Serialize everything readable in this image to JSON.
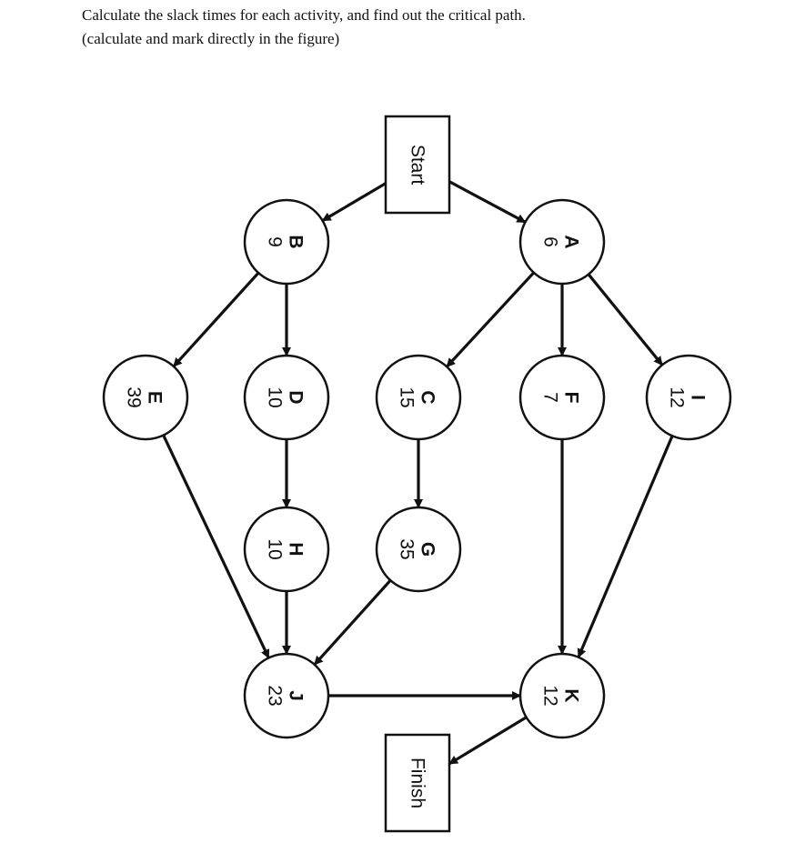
{
  "question": {
    "line1": "Calculate the slack times for each activity, and find out the critical path.",
    "line2": "(calculate and mark directly in the figure)"
  },
  "terminals": [
    {
      "id": "start",
      "label": "Start"
    },
    {
      "id": "finish",
      "label": "Finish"
    }
  ],
  "activities": [
    {
      "id": "A",
      "label": "A",
      "duration": "6"
    },
    {
      "id": "B",
      "label": "B",
      "duration": "9"
    },
    {
      "id": "C",
      "label": "C",
      "duration": "15"
    },
    {
      "id": "D",
      "label": "D",
      "duration": "10"
    },
    {
      "id": "E",
      "label": "E",
      "duration": "39"
    },
    {
      "id": "F",
      "label": "F",
      "duration": "7"
    },
    {
      "id": "G",
      "label": "G",
      "duration": "35"
    },
    {
      "id": "H",
      "label": "H",
      "duration": "10"
    },
    {
      "id": "I",
      "label": "I",
      "duration": "12"
    },
    {
      "id": "J",
      "label": "J",
      "duration": "23"
    },
    {
      "id": "K",
      "label": "K",
      "duration": "12"
    }
  ],
  "edges": [
    {
      "from": "start",
      "to": "A"
    },
    {
      "from": "start",
      "to": "B"
    },
    {
      "from": "A",
      "to": "C"
    },
    {
      "from": "A",
      "to": "F"
    },
    {
      "from": "A",
      "to": "I"
    },
    {
      "from": "B",
      "to": "D"
    },
    {
      "from": "B",
      "to": "E"
    },
    {
      "from": "C",
      "to": "G"
    },
    {
      "from": "D",
      "to": "H"
    },
    {
      "from": "E",
      "to": "J"
    },
    {
      "from": "H",
      "to": "J"
    },
    {
      "from": "G",
      "to": "J"
    },
    {
      "from": "F",
      "to": "K"
    },
    {
      "from": "I",
      "to": "K"
    },
    {
      "from": "J",
      "to": "K"
    },
    {
      "from": "K",
      "to": "finish"
    }
  ]
}
